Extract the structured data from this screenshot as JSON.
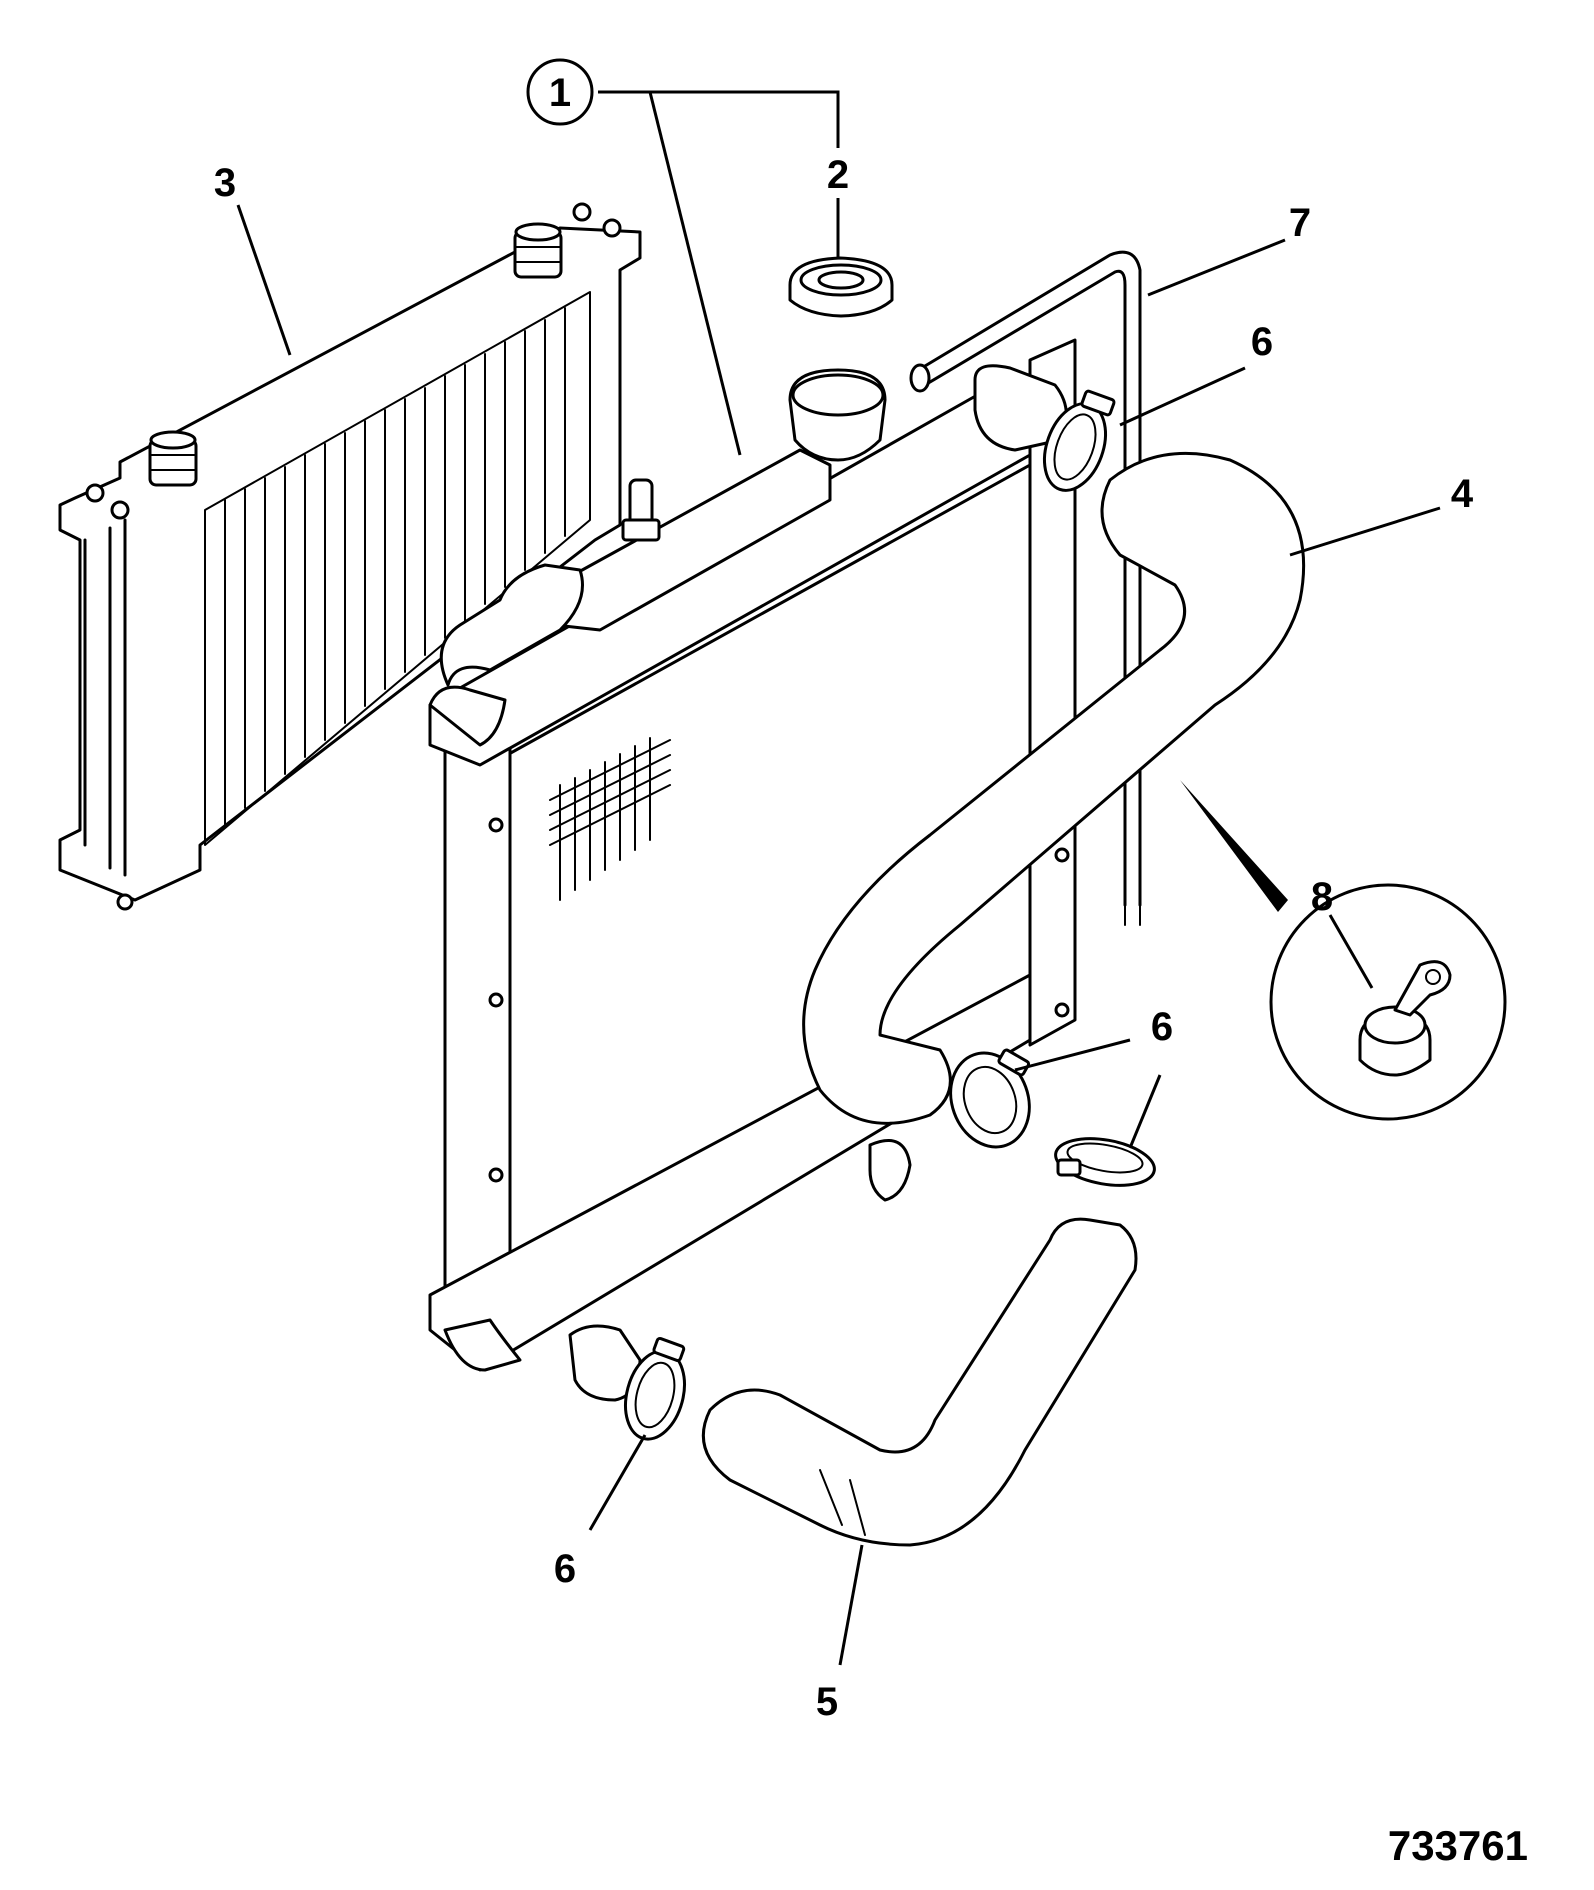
{
  "figure_number": "733761",
  "callouts": {
    "c1": "1",
    "c2": "2",
    "c3": "3",
    "c4": "4",
    "c5": "5",
    "c6a": "6",
    "c6b": "6",
    "c6c": "6",
    "c6d": "6",
    "c7": "7",
    "c8": "8"
  }
}
